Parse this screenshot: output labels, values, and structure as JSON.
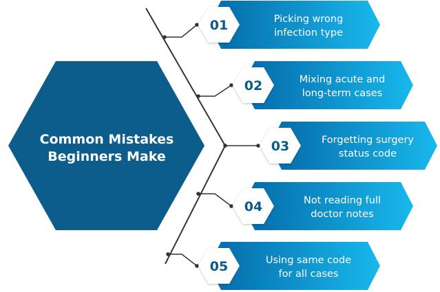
{
  "colors": {
    "hex_dark": "#0c5d8c",
    "banner_start": "#0569a8",
    "banner_end": "#18b8ec",
    "line": "#333333",
    "badge_text": "#0b5a86"
  },
  "center": {
    "line1": "Common Mistakes",
    "line2": "Beginners Make"
  },
  "items": [
    {
      "number": "01",
      "line1": "Picking wrong",
      "line2": "infection type"
    },
    {
      "number": "02",
      "line1": "Mixing acute and",
      "line2": "long-term cases"
    },
    {
      "number": "03",
      "line1": "Forgetting surgery",
      "line2": "status code"
    },
    {
      "number": "04",
      "line1": "Not reading full",
      "line2": "doctor notes"
    },
    {
      "number": "05",
      "line1": "Using same code",
      "line2": "for all cases"
    }
  ]
}
